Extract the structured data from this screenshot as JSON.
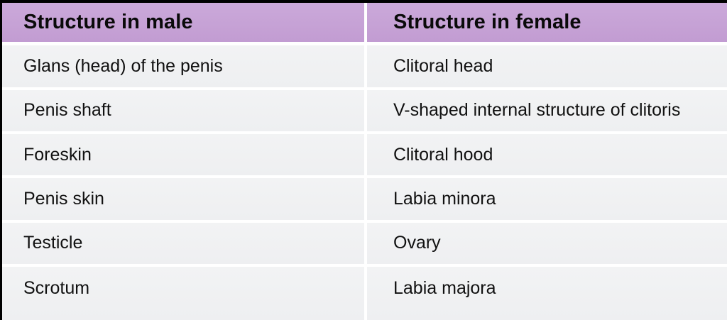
{
  "table": {
    "columns": [
      {
        "header": "Structure in male"
      },
      {
        "header": "Structure in female"
      }
    ],
    "rows": [
      {
        "male": "Glans (head) of the penis",
        "female": "Clitoral head"
      },
      {
        "male": "Penis shaft",
        "female": "V-shaped internal structure of clitoris"
      },
      {
        "male": "Foreskin",
        "female": "Clitoral hood"
      },
      {
        "male": "Penis skin",
        "female": "Labia minora"
      },
      {
        "male": "Testicle",
        "female": "Ovary"
      },
      {
        "male": "Scrotum",
        "female": "Labia majora"
      }
    ]
  },
  "colors": {
    "header_background": "#c6a2d6",
    "row_background": "#f0f1f3",
    "text": "#111111",
    "frame": "#000000",
    "separator": "#ffffff"
  }
}
